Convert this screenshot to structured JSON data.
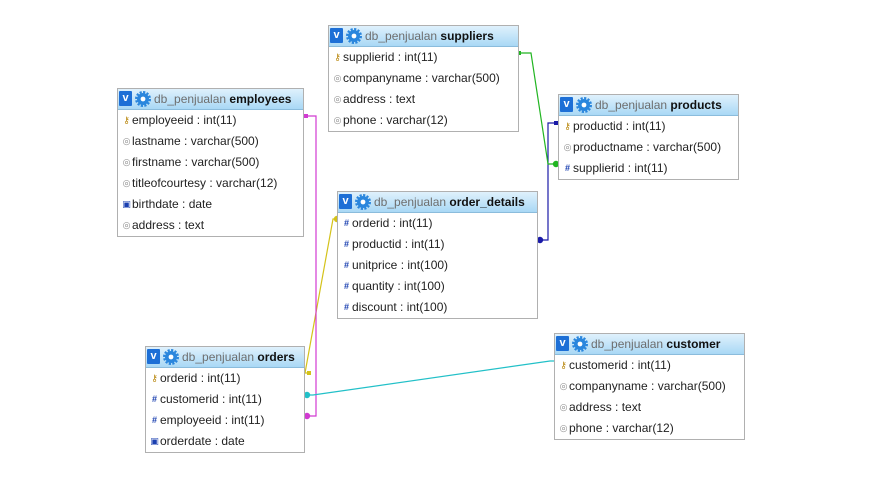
{
  "database": "db_penjualan",
  "tables": [
    {
      "name": "employees",
      "columns": [
        {
          "text": "employeeid : int(11)",
          "icon": "key-icon"
        },
        {
          "text": "lastname : varchar(500)",
          "icon": "column-icon"
        },
        {
          "text": "firstname : varchar(500)",
          "icon": "column-icon"
        },
        {
          "text": "titleofcourtesy : varchar(12)",
          "icon": "column-icon"
        },
        {
          "text": "birthdate : date",
          "icon": "date-icon"
        },
        {
          "text": "address : text",
          "icon": "column-icon"
        }
      ]
    },
    {
      "name": "suppliers",
      "columns": [
        {
          "text": "supplierid : int(11)",
          "icon": "key-icon"
        },
        {
          "text": "companyname : varchar(500)",
          "icon": "column-icon"
        },
        {
          "text": "address : text",
          "icon": "column-icon"
        },
        {
          "text": "phone : varchar(12)",
          "icon": "column-icon"
        }
      ]
    },
    {
      "name": "products",
      "columns": [
        {
          "text": "productid : int(11)",
          "icon": "key-icon"
        },
        {
          "text": "productname : varchar(500)",
          "icon": "column-icon"
        },
        {
          "text": "supplierid : int(11)",
          "icon": "index-icon"
        }
      ]
    },
    {
      "name": "order_details",
      "columns": [
        {
          "text": "orderid : int(11)",
          "icon": "index-icon"
        },
        {
          "text": "productid : int(11)",
          "icon": "index-icon"
        },
        {
          "text": "unitprice : int(100)",
          "icon": "index-icon"
        },
        {
          "text": "quantity : int(100)",
          "icon": "index-icon"
        },
        {
          "text": "discount : int(100)",
          "icon": "index-icon"
        }
      ]
    },
    {
      "name": "orders",
      "columns": [
        {
          "text": "orderid : int(11)",
          "icon": "key-icon"
        },
        {
          "text": "customerid : int(11)",
          "icon": "index-icon"
        },
        {
          "text": "employeeid : int(11)",
          "icon": "index-icon"
        },
        {
          "text": "orderdate : date",
          "icon": "date-icon"
        }
      ]
    },
    {
      "name": "customer",
      "columns": [
        {
          "text": "customerid : int(11)",
          "icon": "key-icon"
        },
        {
          "text": "companyname : varchar(500)",
          "icon": "column-icon"
        },
        {
          "text": "address : text",
          "icon": "column-icon"
        },
        {
          "text": "phone : varchar(12)",
          "icon": "column-icon"
        }
      ]
    }
  ],
  "relations": [
    {
      "from": "order_details.orderid",
      "to": "orders.orderid",
      "color": "#d4c21a"
    },
    {
      "from": "order_details.productid",
      "to": "products.productid",
      "color": "#1a1aa8"
    },
    {
      "from": "products.supplierid",
      "to": "suppliers.supplierid",
      "color": "#21b521"
    },
    {
      "from": "orders.employeeid",
      "to": "employees.employeeid",
      "color": "#d13ad1"
    },
    {
      "from": "orders.customerid",
      "to": "customer.customerid",
      "color": "#22c0c8"
    }
  ],
  "colors": {
    "header_top": "#dff1fc",
    "header_bottom": "#a9d8f5",
    "toggle_button": "#1d6fd6",
    "border": "#b0b0b0"
  }
}
